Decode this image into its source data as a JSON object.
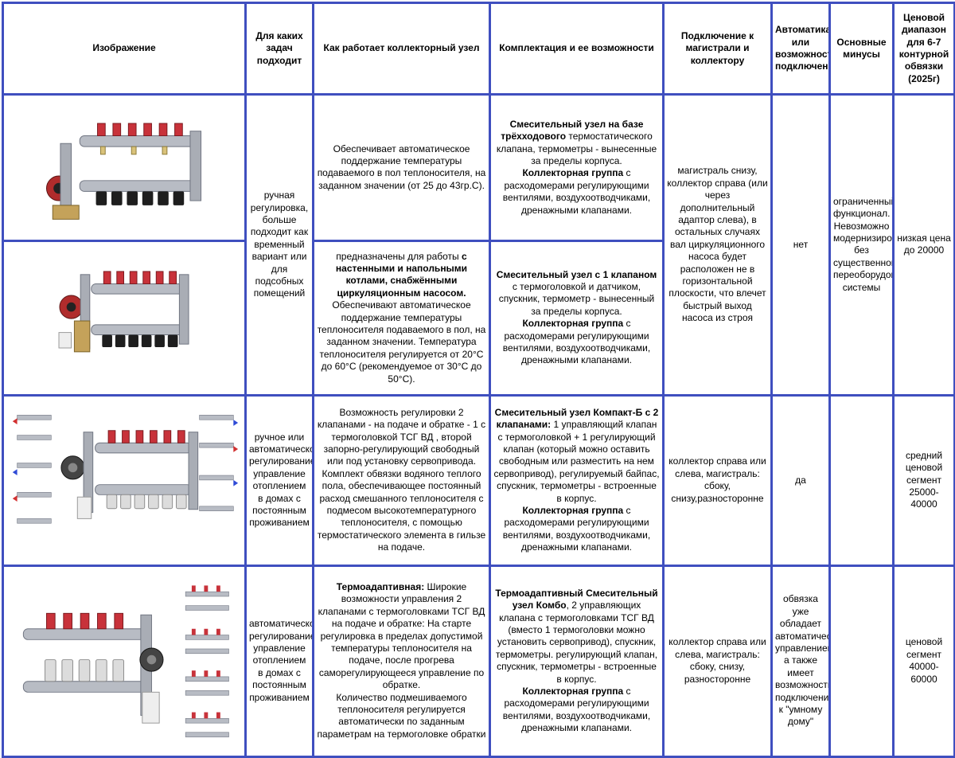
{
  "colors": {
    "grid_border": "#3f4fbf",
    "pipe_steel": "#b8bcc4",
    "valve_red": "#c8323a",
    "valve_black": "#1e1e1e",
    "valve_white": "#dcdcdc",
    "pump_red": "#b02c2c",
    "arrow_blue": "#2f4bd6",
    "arrow_red": "#d23030"
  },
  "headers": {
    "image": "Изображение",
    "tasks": "Для каких задач подходит",
    "how": "Как работает коллекторный узел",
    "kit": "Комплектация и ее возможности",
    "connection": "Подключение к магистрали и коллектору",
    "automation": "Автоматика или возможность подключения",
    "minuses": "Основные минусы",
    "price": "Ценовой диапазон для 6-7 контурной обвязки (2025г)"
  },
  "rows": [
    {
      "image_icon": "collector-manifold-three-way-valve-image",
      "tasks": "ручная регулировка, больше подходит как временный вариант или для подсобных помещений",
      "how": "Обеспечивает автоматическое поддержание температуры подаваемого в пол теплоносителя, на заданном значении (от 25 до 43гр.С).",
      "kit_bold1": "Смесительный узел на базе трёхходового",
      "kit_text1": " термостатического клапана, термометры - вынесенные за пределы корпуса.",
      "kit_bold2": "Коллекторная группа",
      "kit_text2": " с расходомерами регулирующими вентилями, воздухоотводчиками, дренажными клапанами.",
      "connection": "магистраль снизу, коллектор справа (или через дополнительный адаптор слева), в остальных случаях вал циркуляционного насоса будет расположен не в горизонтальной плоскости, что влечет быстрый выход насоса из строя",
      "automation": "нет",
      "minuses": "ограниченный функционал. Невозможно модернизировать без существенного переоборудования системы",
      "price": "низкая цена до 20000"
    },
    {
      "image_icon": "collector-manifold-one-valve-image",
      "how_text1": "предназначены для работы ",
      "how_bold1": "с настенными и напольными  котлами, снабжёнными циркуляционным насосом.",
      "how_text2": " Обеспечивают автоматическое поддержание температуры теплоносителя подаваемого в пол, на заданном значении.  Температура теплоносителя регулируется от 20°C до 60°C (рекомендуемое от 30°C до 50°C).",
      "kit_bold1": "Смесительный узел с 1 клапаном",
      "kit_text1": " с термоголовкой и датчиком, спускник, термометр - вынесенный за пределы корпуса.",
      "kit_bold2": "Коллекторная группа",
      "kit_text2": " с расходомерами регулирующими вентилями, воздухоотводчиками, дренажными клапанами."
    },
    {
      "image_icon": "collector-manifold-compact-b-image",
      "tasks": "ручное или автоматическое регулирование, управление отоплением в домах с постоянным проживанием",
      "how": "Возможность регулировки  2 клапанами - на подаче и обратке - 1 с термоголовкой ТСГ ВД , второй запорно-регулирующий свободный или под установку сервопривода. Комплект обвязки водяного теплого пола, обеспечивающее постоянный расход смешанного теплоносителя с подмесом высокотемпературного теплоносителя, с помощью термостатического элемента в гильзе на подаче.",
      "kit_bold1": "Смесительный узел Компакт-Б с 2 клапанами:",
      "kit_text1": " 1 управляющий клапан с термоголовкой + 1 регулирующий клапан (который можно оставить свободным или разместить на нем сервопривод), регулируемый байпас, спускник, термометры - встроенные в корпус.",
      "kit_bold2": "Коллекторная группа",
      "kit_text2": " с расходомерами регулирующими вентилями, воздухоотводчиками, дренажными клапанами.",
      "connection": "коллектор справа или слева, магистраль: сбоку, снизу,разносторонне",
      "automation": "да",
      "minuses": "",
      "price": "средний ценовой сегмент 25000-40000"
    },
    {
      "image_icon": "collector-manifold-combo-image",
      "tasks": "автоматическое регулирование, управление отоплением в домах с постоянным проживанием",
      "how_bold1": "Термоадаптивная:",
      "how_text1": " Широкие возможности управления 2 клапанами с термоголовками ТСГ ВД на подаче и обратке: На старте регулировка в пределах допустимой температуры теплоносителя на подаче, после прогрева саморегулирующееся управление по обратке.",
      "how_text2": "Количество подмешиваемого теплоносителя регулируется автоматически по заданным параметрам на термоголовке обратки",
      "kit_bold1": "Термоадаптивный Смесительный узел Комбо",
      "kit_text1": ", 2 управляющих клапана с  термоголовками ТСГ ВД (вместо 1 термоголовки можно установить сервопривод), спускник, термометры. регулирующий клапан, спускник, термометры - встроенные в корпус.",
      "kit_bold2": "Коллекторная группа",
      "kit_text2": " с расходомерами регулирующими вентилями, воздухоотводчиками, дренажными клапанами.",
      "connection": "коллектор справа или слева, магистраль: сбоку, снизу, разносторонне",
      "automation": "обвязка уже обладает автоматическим управлением, а также имеет возможность подключения к \"умному дому\"",
      "minuses": "",
      "price": "ценовой сегмент 40000-60000"
    }
  ]
}
